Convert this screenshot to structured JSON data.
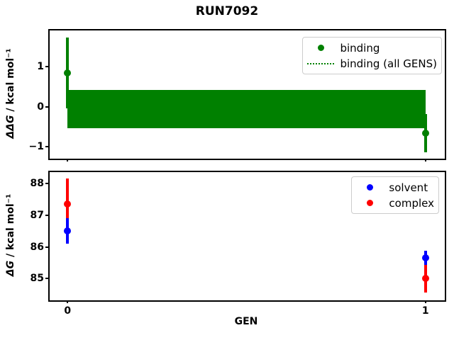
{
  "title": "RUN7092",
  "xlabel": "GEN",
  "colors": {
    "binding": "#008000",
    "solvent": "#0000ff",
    "complex": "#ff0000",
    "spine": "#000000",
    "legend_border": "#cccccc"
  },
  "chart_data": [
    {
      "type": "scatter",
      "ylabel_symbol": "ΔΔG",
      "ylabel_rest": " / kcal mol⁻¹",
      "xlim": [
        -0.05,
        1.05
      ],
      "ylim": [
        -1.26,
        1.9
      ],
      "yticks": [
        -1,
        0,
        1
      ],
      "xticks": [
        0,
        1
      ],
      "show_xticklabels": false,
      "grid": false,
      "band": {
        "name": "binding (all GENS)",
        "x": [
          0,
          1
        ],
        "lo": -0.53,
        "hi": 0.42,
        "color": "#008000",
        "linestyle": "dotted"
      },
      "series": [
        {
          "name": "binding",
          "color": "#008000",
          "x": [
            0,
            1
          ],
          "y": [
            0.84,
            -0.66
          ],
          "yerr": [
            0.88,
            0.47
          ]
        }
      ],
      "legend": {
        "position": "upper right",
        "entries": [
          {
            "label": "binding",
            "swatch": "dot",
            "color": "#008000"
          },
          {
            "label": "binding (all GENS)",
            "swatch": "dotted-line",
            "color": "#008000"
          }
        ]
      }
    },
    {
      "type": "scatter",
      "ylabel_symbol": "ΔG",
      "ylabel_rest": " / kcal mol⁻¹",
      "xlabel": "GEN",
      "xlim": [
        -0.05,
        1.05
      ],
      "ylim": [
        84.36,
        88.36
      ],
      "yticks": [
        85,
        86,
        87,
        88
      ],
      "xticks": [
        0,
        1
      ],
      "xticklabels": [
        "0",
        "1"
      ],
      "show_xticklabels": true,
      "grid": false,
      "series": [
        {
          "name": "solvent",
          "color": "#0000ff",
          "x": [
            0,
            1
          ],
          "y": [
            86.5,
            85.65
          ],
          "yerr": [
            0.4,
            0.22
          ]
        },
        {
          "name": "complex",
          "color": "#ff0000",
          "x": [
            0,
            1
          ],
          "y": [
            87.36,
            85.0
          ],
          "yerr": [
            0.79,
            0.44
          ]
        }
      ],
      "legend": {
        "position": "upper right",
        "entries": [
          {
            "label": "solvent",
            "swatch": "dot",
            "color": "#0000ff"
          },
          {
            "label": "complex",
            "swatch": "dot",
            "color": "#ff0000"
          }
        ]
      }
    }
  ]
}
